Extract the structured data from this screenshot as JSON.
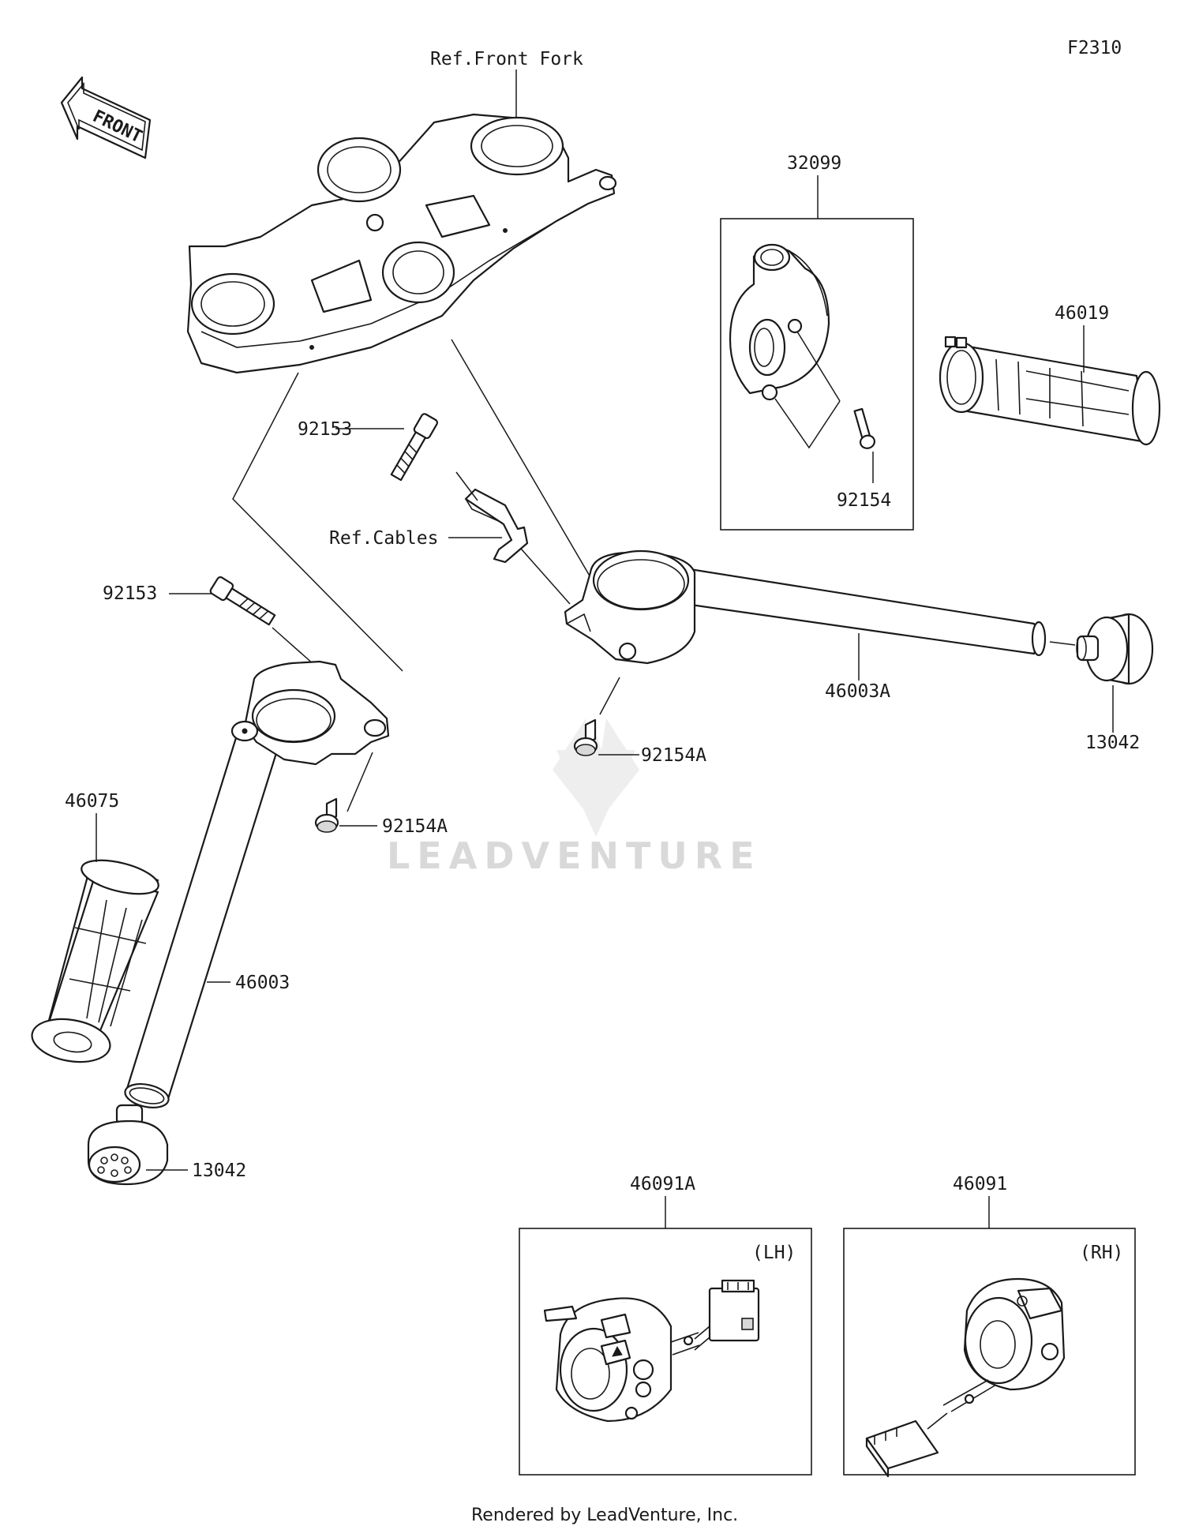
{
  "diagram_code": "F2310",
  "front_arrow_label": "FRONT",
  "watermark": "LEADVENTURE",
  "footer": "Rendered by LeadVenture, Inc.",
  "labels": {
    "ref_front_fork": "Ref.Front Fork",
    "ref_cables": "Ref.Cables",
    "p32099": "32099",
    "p46019": "46019",
    "p92154": "92154",
    "p92153_upper": "92153",
    "p92153_lower": "92153",
    "p46003A": "46003A",
    "p13042_right": "13042",
    "p92154A_right": "92154A",
    "p92154A_left": "92154A",
    "p46075": "46075",
    "p46003": "46003",
    "p13042_left": "13042",
    "p46091A": "46091A",
    "p46091": "46091",
    "lh": "(LH)",
    "rh": "(RH)"
  }
}
